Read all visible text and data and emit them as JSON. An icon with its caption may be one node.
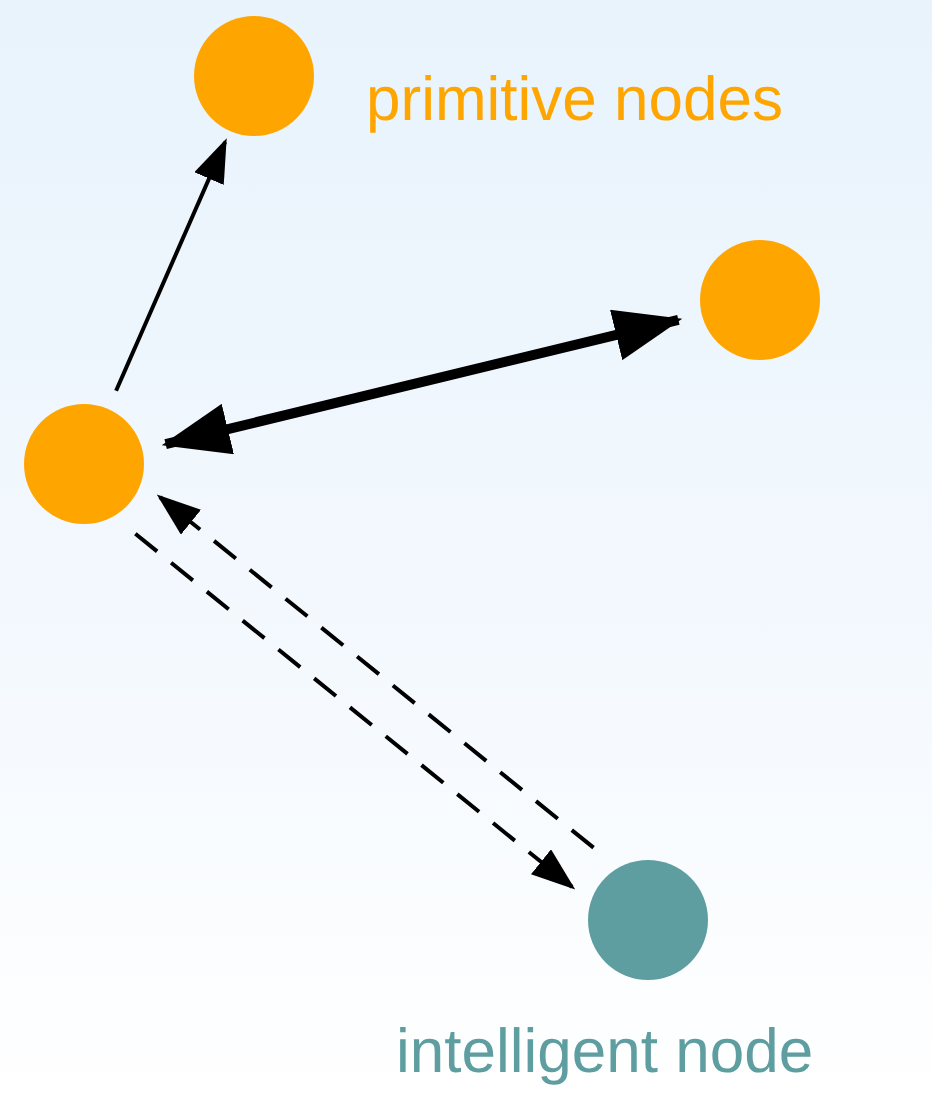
{
  "diagram": {
    "nodes": [
      {
        "text": [],
        "shape": "circle"
      },
      {
        "text": [],
        "shape": "circle"
      },
      {
        "text": [],
        "shape": "circle"
      },
      {
        "text": [],
        "shape": "circle"
      }
    ],
    "edges": [
      {
        "from": 2,
        "to": 0,
        "arrow": "to"
      },
      {
        "from": 2,
        "to": 1,
        "arrow": "both",
        "style": "thick"
      },
      {
        "from": 2,
        "to": 3,
        "arrow": "to",
        "style": "dashed"
      },
      {
        "from": 3,
        "to": 2,
        "arrow": "to",
        "style": "dashed"
      }
    ],
    "labels": [
      "primitive nodes",
      "intelligent node"
    ]
  }
}
